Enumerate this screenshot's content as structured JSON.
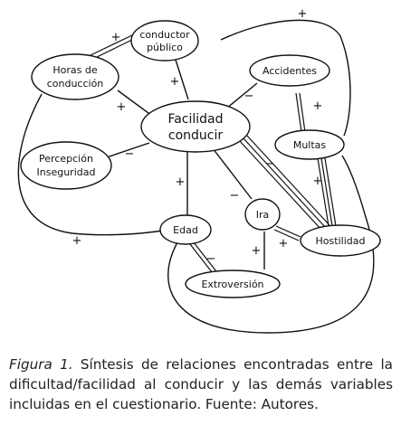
{
  "nodes": {
    "conductor": [
      "conductor",
      "público"
    ],
    "horas": [
      "Horas de",
      "conducción"
    ],
    "accidentes": [
      "Accidentes"
    ],
    "facilidad": [
      "Facilidad",
      "conducir"
    ],
    "multas": [
      "Multas"
    ],
    "percepcion": [
      "Percepción",
      "Inseguridad"
    ],
    "ira": [
      "Ira"
    ],
    "edad": [
      "Edad"
    ],
    "hostilidad": [
      "Hostilidad"
    ],
    "extroversion": [
      "Extroversión"
    ]
  },
  "signs": {
    "top_right": "+",
    "horas_conductor": "+",
    "conductor_facilidad": "+",
    "horas_facilidad": "+",
    "accidentes_facilidad": "−",
    "accidentes_multas": "+",
    "percepcion_facilidad": "−",
    "facilidad_hostilidad": "−",
    "facilidad_edad": "+",
    "facilidad_ira": "−",
    "multas_hostilidad": "+",
    "horas_edad": "+",
    "edad_extroversion": "−",
    "ira_extroversion": "+",
    "ira_hostilidad": "+"
  },
  "caption": {
    "label": "Figura 1.",
    "text": " Síntesis de relaciones encontradas entre la dificultad/facilidad al conducir y las demás variables incluidas en el cuestionario. Fuente: Autores."
  }
}
